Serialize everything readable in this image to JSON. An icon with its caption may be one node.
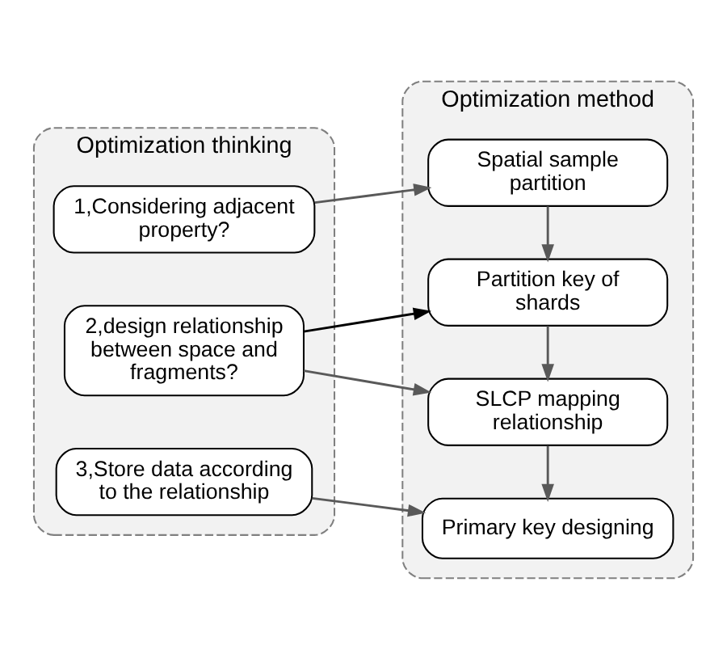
{
  "diagram": {
    "nodes": [
      {
        "text": [
          "Optimization thinking"
        ]
      },
      {
        "text": [
          "1,Considering adjacent property?"
        ],
        "in": 0
      },
      {
        "text": [
          "2,design relationship between space and fragments?"
        ],
        "in": 0
      },
      {
        "text": [
          "3,Store data according to the relationship"
        ],
        "in": 0
      },
      {
        "text": [
          "Optimization method"
        ]
      },
      {
        "text": [
          "Spatial sample partition"
        ],
        "in": 4
      },
      {
        "text": [
          "Partition key of shards"
        ],
        "in": 4
      },
      {
        "text": [
          "SLCP mapping relationship"
        ],
        "in": 4
      },
      {
        "text": [
          "Primary key designing"
        ],
        "in": 4
      }
    ],
    "edges": [
      {
        "from": 1,
        "to": 5,
        "arrow": "to"
      },
      {
        "from": 5,
        "to": 6,
        "arrow": "to"
      },
      {
        "from": 2,
        "to": 6,
        "arrow": "to",
        "color": "#000000"
      },
      {
        "from": 2,
        "to": 7,
        "arrow": "to"
      },
      {
        "from": 6,
        "to": 7,
        "arrow": "to"
      },
      {
        "from": 7,
        "to": 8,
        "arrow": "to"
      },
      {
        "from": 3,
        "to": 8,
        "arrow": "to"
      }
    ]
  }
}
